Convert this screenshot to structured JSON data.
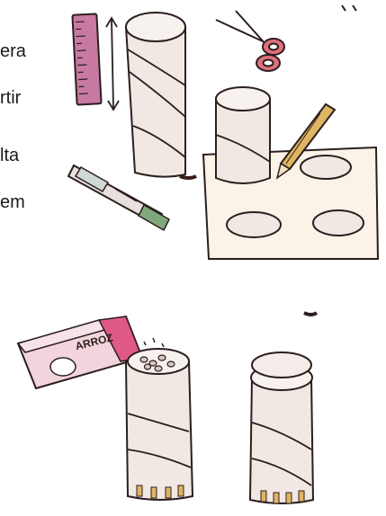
{
  "text_fragments": [
    {
      "id": "line1",
      "text": "era"
    },
    {
      "id": "line2",
      "text": "rtir"
    },
    {
      "id": "line3",
      "text": "lta"
    },
    {
      "id": "line4",
      "text": "em"
    }
  ],
  "box_label": "ARROZ",
  "colors": {
    "ink": "#2b1e1e",
    "tube": "#f1e8e4",
    "tube_shade": "#d9c8c0",
    "ruler": "#c87aa2",
    "scissors": "#e0707c",
    "board": "#fbf2e8",
    "pencil": "#e0b562",
    "box": "#f2d4dc",
    "box_stripe": "#e05a86",
    "knife_handle": "#7fa97a"
  }
}
